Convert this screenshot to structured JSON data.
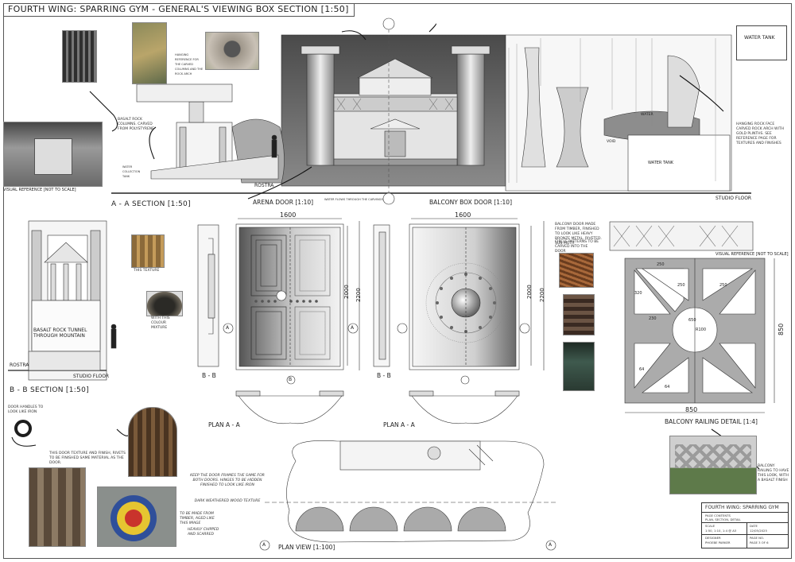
{
  "sheet": {
    "title": "FOURTH WING: SPARRING GYM - GENERAL'S VIEWING BOX SECTION [1:50]"
  },
  "section_a": {
    "title": "A - A SECTION [1:50]",
    "rostra": "ROSTRA",
    "studio_floor": "STUDIO FLOOR",
    "water_tank_box": "WATER TANK",
    "water_tank": "WATER TANK",
    "water": "WATER",
    "void": "VOID",
    "visual_ref": "VISUAL REFERENCE [NOT TO SCALE]",
    "basalt_note": "BASALT ROCK COLUMNS. CARVED FROM POLYSTYRENE",
    "hanging_rock_note": "HANGING ROCK FACE CARVED ROCK ARCH WITH GOLD PLINTHS. SEE REFERENCE PAGE FOR TEXTURES AND FINISHES",
    "hanging_ref_note": "HANGING REFERENCE FOR THE CARVED COLUMNS AND THE ROCK ARCH",
    "water_collection": "WATER COLLECTION TANK",
    "water_flows": "WATER FLOWS THROUGH THE CARVINGS"
  },
  "section_b": {
    "title": "B - B SECTION [1:50]",
    "rostra": "ROSTRA",
    "studio_floor": "STUDIO FLOOR",
    "tunnel": "BASALT ROCK TUNNEL THROUGH MOUNTAIN",
    "this_texture": "THIS TEXTURE",
    "colour_mixture": "WITH THIS COLOUR MIXTURE"
  },
  "arena_door": {
    "title": "ARENA DOOR [1:10]",
    "width": "1600",
    "h_inner": "2000",
    "h_outer": "2200",
    "bb": "B - B",
    "plan": "PLAN A - A",
    "marker_a": "A",
    "marker_b": "B"
  },
  "balcony_door": {
    "title": "BALCONY BOX DOOR [1:10]",
    "width": "1600",
    "h_inner": "2000",
    "h_outer": "2200",
    "bb": "B - B",
    "plan": "PLAN A - A",
    "note": "BALCONY DOOR MADE FROM TIMBER, FINISHED TO LOOK LIKE HEAVY BRONZE METAL, RIVETED. SUN MOTIF",
    "circle_note": "CIRCLE PATTERNS TO BE CARVED INTO THE DOOR"
  },
  "railing": {
    "title": "BALCONY RAILING DETAIL [1:4]",
    "visual_ref": "VISUAL REFERENCE [NOT TO SCALE]",
    "width": "850",
    "height": "850",
    "d250a": "250",
    "d250b": "250",
    "d250c": "250",
    "d320": "320",
    "d230": "230",
    "d650": "650",
    "r100": "R100",
    "a64a": "64",
    "a64b": "64",
    "note": "BALCONY RAILING TO HAVE THIS LOOK, WITH A BASALT FINISH"
  },
  "notes": {
    "handles": "DOOR HANDLES TO LOOK LIKE IRON",
    "texture": "THIS DOOR TEXTURE AND FINISH, RIVETS TO BE FINISHED SAME MATERIAL AS THE DOOR.",
    "frames": "KEEP THE DOOR FRAMES THE SAME FOR BOTH DOORS. HINGES TO BE HIDDEN FINISHED TO LOOK LIKE IRON",
    "wood": "DARK WEATHERED WOOD TEXTURE",
    "timber": "TO BE MADE FROM TIMBER, AGED LIKE THIS IMAGE",
    "chipped": "HEAVILY CHIPPED AND SCARRED"
  },
  "plan_view": {
    "title": "PLAN VIEW [1:100]",
    "marker": "A"
  },
  "title_block": {
    "project": "FOURTH WING: SPARRING GYM",
    "contents_label": "PAGE CONTENTS",
    "contents": "PLAN, SECTION, DETAIL",
    "scale_label": "SCALE",
    "scale": "1:50, 1:10, 1:4 @ A3",
    "date_label": "DATE",
    "date": "12/05/2025",
    "designer_label": "DESIGNER",
    "designer": "PHOEBE PARKER",
    "page_label": "PAGE NO.",
    "page": "PAGE 3 OF 6"
  },
  "colors": {
    "line": "#333333",
    "fill_grey": "#9a9a9a",
    "dark": "#555555",
    "photo_bronze": "#6b4a2a",
    "photo_teal": "#3f5a4e",
    "target_red": "#c9332c",
    "target_yellow": "#e6c531",
    "target_blue": "#2f4f9a"
  }
}
